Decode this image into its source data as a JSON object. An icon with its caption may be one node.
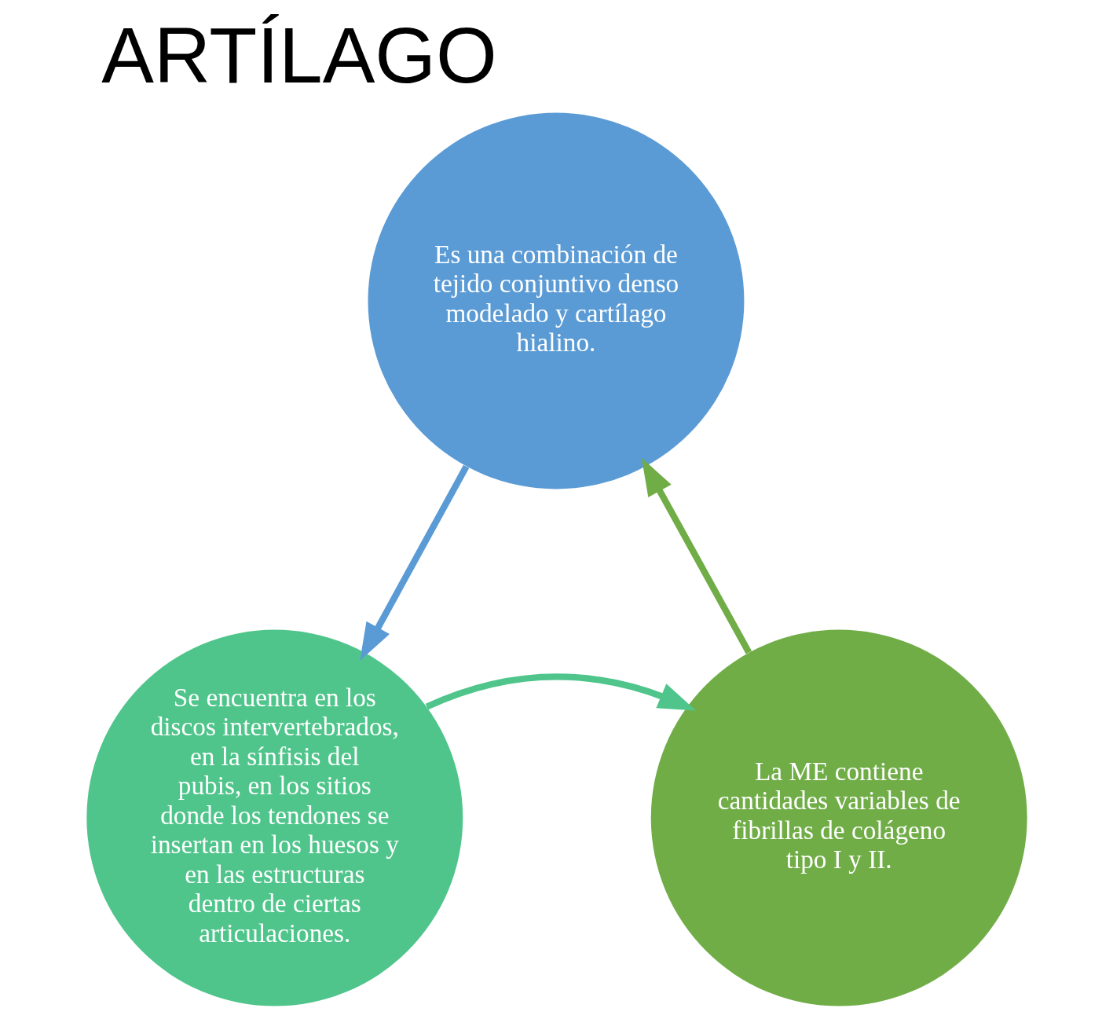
{
  "diagram": {
    "title": "ARTÍLAGO",
    "nodes": [
      {
        "text": [
          "Es una combinación de tejido conjuntivo denso modelado y cartílago hialino."
        ]
      },
      {
        "text": [
          "Se encuentra en los discos intervertebrados, en la sínfisis del pubis, en los sitios donde los tendones se insertan en los huesos y en las estructuras dentro de ciertas articulaciones."
        ]
      },
      {
        "text": [
          "La ME contiene cantidades variables de fibrillas de colágeno tipo I y II."
        ]
      }
    ],
    "edges": [
      {
        "from": 0,
        "to": 1,
        "arrow": "to",
        "color": "#5b9bd5"
      },
      {
        "from": 1,
        "to": 2,
        "arrow": "to",
        "color": "#4fc58b"
      },
      {
        "from": 2,
        "to": 0,
        "arrow": "to",
        "color": "#70ad47"
      }
    ]
  }
}
